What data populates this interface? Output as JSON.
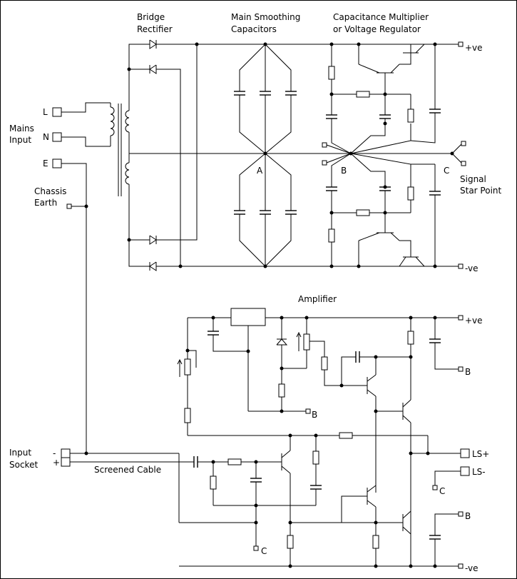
{
  "labels": {
    "bridge": [
      "Bridge",
      "Rectifier"
    ],
    "smoothing": [
      "Main Smoothing",
      "Capacitors"
    ],
    "regulator": [
      "Capacitance Multiplier",
      "or Voltage Regulator"
    ],
    "mains": [
      "Mains",
      "Input"
    ],
    "chassis": [
      "Chassis",
      "Earth"
    ],
    "signal_star": [
      "Signal",
      "Star Point"
    ],
    "amplifier": "Amplifier",
    "input_socket": [
      "Input",
      "Socket"
    ],
    "screened_cable": "Screened Cable"
  },
  "terminals": {
    "L": "L",
    "N": "N",
    "E": "E",
    "psu_pos": "+ve",
    "psu_neg": "-ve",
    "amp_pos": "+ve",
    "amp_neg": "-ve",
    "ls_pos": "LS+",
    "ls_neg": "LS-",
    "in_minus": "-",
    "in_plus": "+"
  },
  "nodes": {
    "A": "A",
    "B": "B",
    "C": "C",
    "amp_b1": "B",
    "amp_b2": "B",
    "amp_b3": "B",
    "amp_c1": "C",
    "amp_c2": "C"
  }
}
